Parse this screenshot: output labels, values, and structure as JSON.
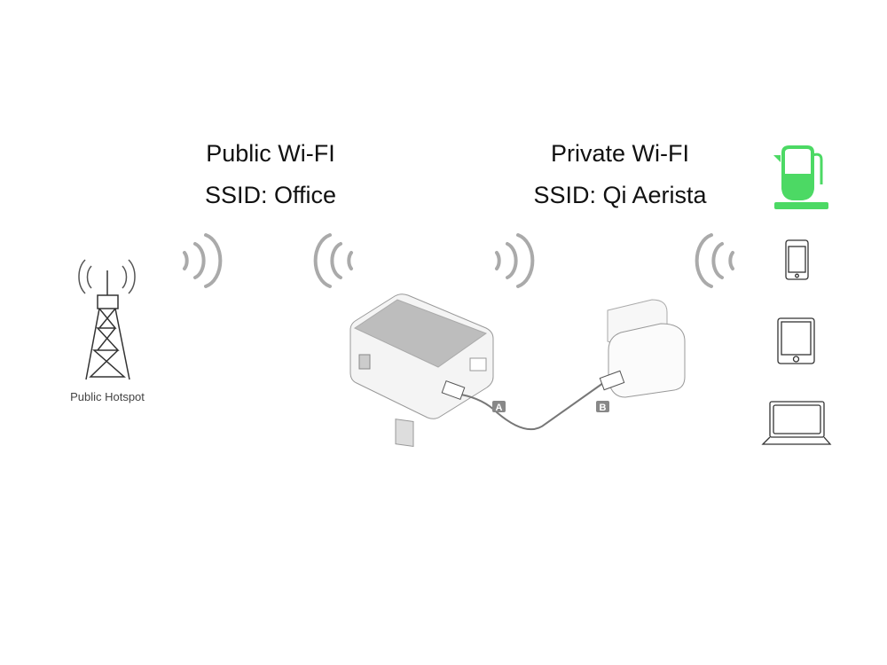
{
  "public": {
    "title": "Public Wi-FI",
    "ssid": "SSID: Office"
  },
  "private": {
    "title": "Private Wi-FI",
    "ssid": "SSID: Qi Aerista"
  },
  "hotspot": {
    "label": "Public Hotspot",
    "icon": "cell-tower-icon"
  },
  "cable": {
    "label_a": "A",
    "label_b": "B"
  },
  "devices": [
    "kettle-icon",
    "smartphone-icon",
    "tablet-icon",
    "laptop-icon"
  ],
  "colors": {
    "accent": "#4cd964",
    "wave": "#aaaaaa",
    "line": "#333333"
  }
}
